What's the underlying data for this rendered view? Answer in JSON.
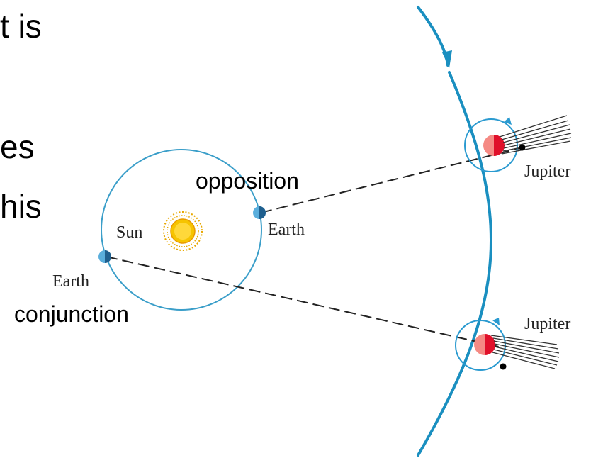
{
  "slide_text": {
    "line1": "t is",
    "line2": "es",
    "line3": "his"
  },
  "labels": {
    "sun": "Sun",
    "earth_opposition": "Earth",
    "earth_conjunction": "Earth",
    "jupiter_top": "Jupiter",
    "jupiter_bottom": "Jupiter",
    "opposition": "opposition",
    "conjunction": "conjunction"
  },
  "colors": {
    "orbit": "#3a9ec9",
    "jupiter_orbit": "#1a8fc0",
    "earth": "#5aaedc",
    "earth_dark": "#1f5f8e",
    "jupiter_light": "#f58a84",
    "jupiter_dark": "#e0102a",
    "sun": "#f6c400"
  }
}
